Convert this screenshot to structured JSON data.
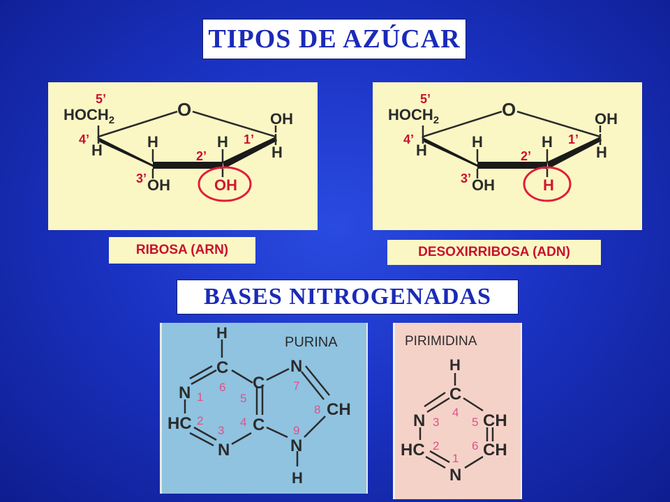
{
  "titles": {
    "sugar": "TIPOS DE AZÚCAR",
    "bases": "BASES NITROGENADAS"
  },
  "ribose": {
    "label": "RIBOSA (ARN)",
    "atoms": {
      "hoch": "HOCH",
      "sub2": "2",
      "o": "O",
      "oh_c1": "OH",
      "h_c1": "H",
      "h_c4": "H",
      "h_c3": "H",
      "h_c2": "H",
      "oh_c3": "OH",
      "highlight": "OH"
    },
    "primes": {
      "p5": "5’",
      "p4": "4’",
      "p3": "3’",
      "p2": "2’",
      "p1": "1’"
    }
  },
  "deoxy": {
    "label": "DESOXIRRIBOSA (ADN)",
    "atoms": {
      "hoch": "HOCH",
      "sub2": "2",
      "o": "O",
      "oh_c1": "OH",
      "h_c1": "H",
      "h_c4": "H",
      "h_c3": "H",
      "h_c2": "H",
      "oh_c3": "OH",
      "highlight": "H"
    },
    "primes": {
      "p5": "5’",
      "p4": "4’",
      "p3": "3’",
      "p2": "2’",
      "p1": "1’"
    }
  },
  "purine": {
    "title": "PURINA",
    "atoms": {
      "h_top": "H",
      "c6": "C",
      "n1": "N",
      "hc2": "HC",
      "n3": "N",
      "c5": "C",
      "c4": "C",
      "n7": "N",
      "ch8": "CH",
      "n9": "N",
      "h_bottom": "H"
    },
    "numbers": {
      "n1": "1",
      "n2": "2",
      "n3": "3",
      "n4": "4",
      "n5": "5",
      "n6": "6",
      "n7": "7",
      "n8": "8",
      "n9": "9"
    }
  },
  "pyrimidine": {
    "title": "PIRIMIDINA",
    "atoms": {
      "h_top": "H",
      "c4": "C",
      "n3": "N",
      "hc2": "HC",
      "n1": "N",
      "ch5": "CH",
      "ch6": "CH"
    },
    "numbers": {
      "n1": "1",
      "n2": "2",
      "n3": "3",
      "n4": "4",
      "n5": "5",
      "n6": "6"
    }
  }
}
